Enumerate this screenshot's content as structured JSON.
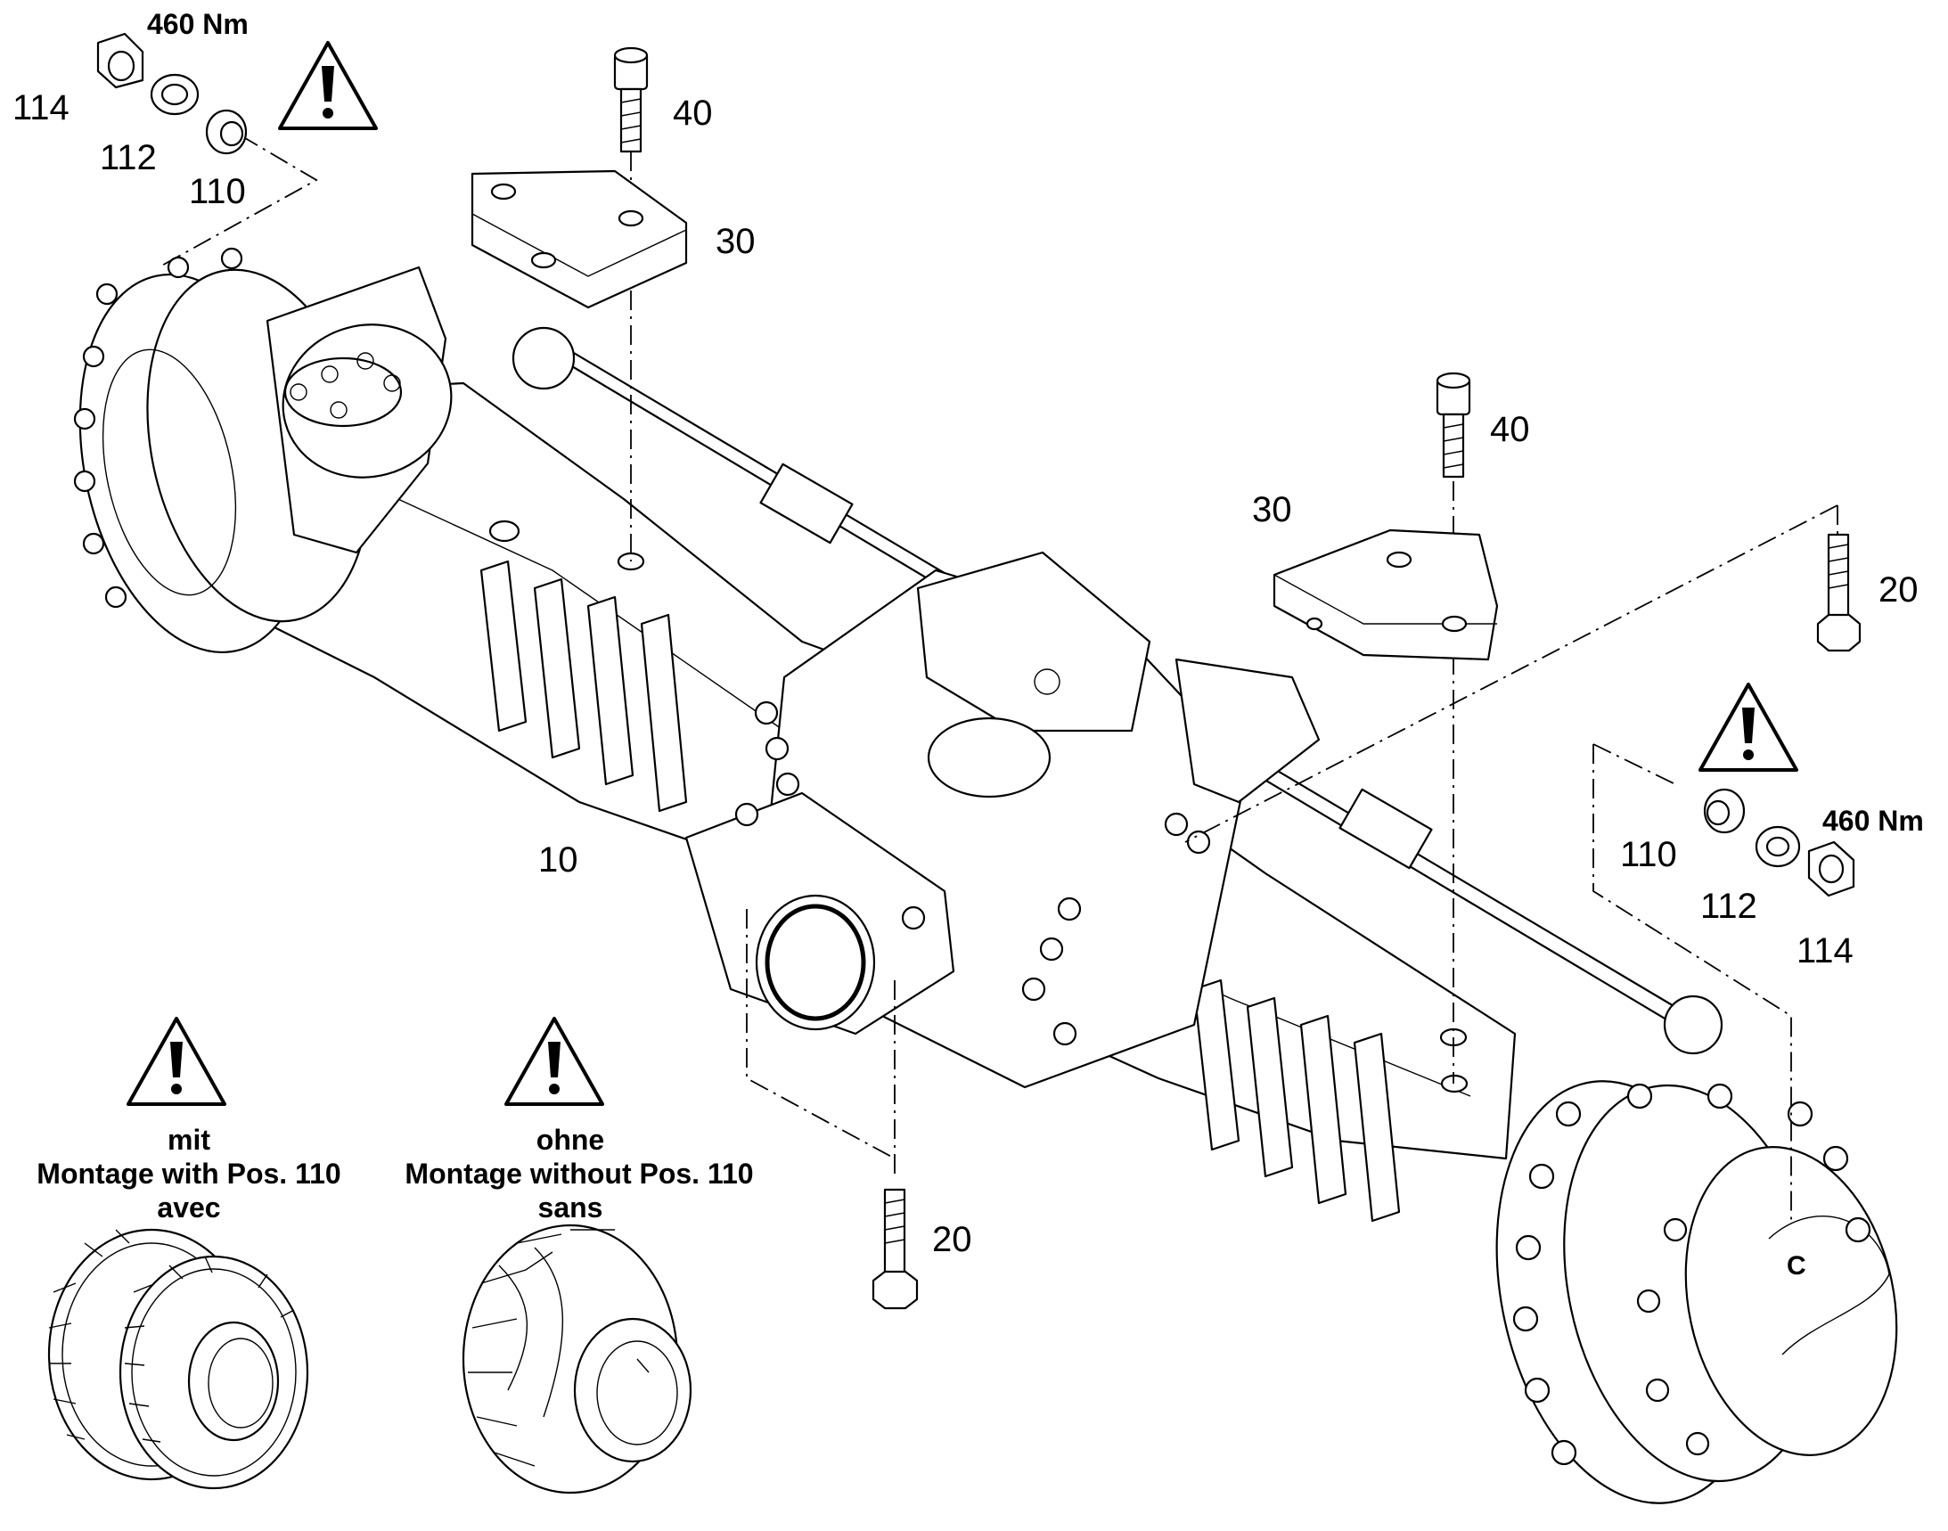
{
  "callouts": {
    "torque_left": "460 Nm",
    "torque_right": "460 Nm",
    "p114_left": "114",
    "p112_left": "112",
    "p110_left": "110",
    "p40_left": "40",
    "p30_left": "30",
    "p40_right": "40",
    "p30_right": "30",
    "p20_right": "20",
    "p110_right": "110",
    "p112_right": "112",
    "p114_right": "114",
    "p10": "10",
    "p20_bottom": "20"
  },
  "notes": {
    "with": {
      "line1": "mit",
      "line2": "Montage with  Pos. 110",
      "line3": "avec"
    },
    "without": {
      "line1": "ohne",
      "line2": "Montage without Pos. 110",
      "line3": "sans"
    }
  },
  "icons": [
    "warning-icon",
    "hex-nut",
    "washer",
    "bushing",
    "hex-bolt",
    "socket-head-screw",
    "mounting-plate",
    "axle-assembly",
    "double-gear",
    "bevel-gear"
  ]
}
